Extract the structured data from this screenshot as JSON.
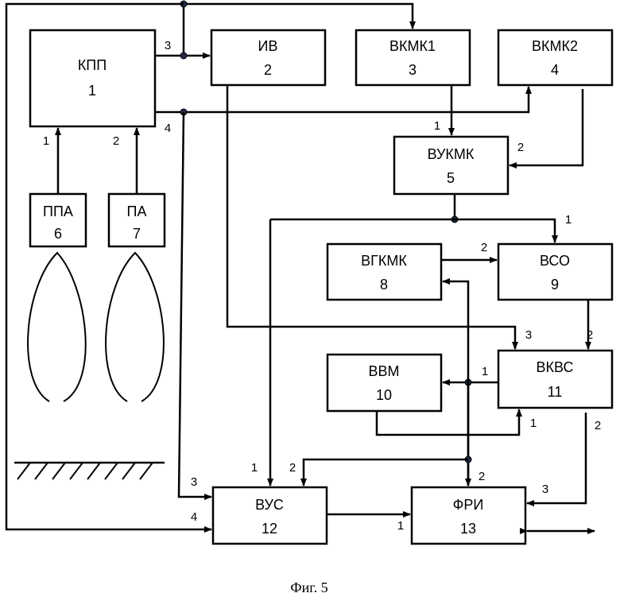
{
  "blocks": {
    "kpp": {
      "name": "КПП",
      "num": "1"
    },
    "iv": {
      "name": "ИВ",
      "num": "2"
    },
    "vkmk1": {
      "name": "ВКМК1",
      "num": "3"
    },
    "vkmk2": {
      "name": "ВКМК2",
      "num": "4"
    },
    "vukmk": {
      "name": "ВУКМК",
      "num": "5"
    },
    "ppa": {
      "name": "ППА",
      "num": "6"
    },
    "pa": {
      "name": "ПА",
      "num": "7"
    },
    "vgkmk": {
      "name": "ВГКМК",
      "num": "8"
    },
    "vso": {
      "name": "ВСО",
      "num": "9"
    },
    "vvm": {
      "name": "ВВМ",
      "num": "10"
    },
    "vkvs": {
      "name": "ВКВС",
      "num": "11"
    },
    "vus": {
      "name": "ВУС",
      "num": "12"
    },
    "fri": {
      "name": "ФРИ",
      "num": "13"
    }
  },
  "ports": {
    "kpp_out3": "3",
    "kpp_out4": "4",
    "kpp_in1": "1",
    "kpp_in2": "2",
    "vukmk_in1": "1",
    "vukmk_in2": "2",
    "vso_in1": "1",
    "vso_in2": "2",
    "vkvs_in2": "2",
    "vkvs_in3": "3",
    "vkvs_out1": "1",
    "vkvs_in1": "1",
    "vkvs_out2": "2",
    "vus_in1": "1",
    "vus_in2": "2",
    "vus_in3": "3",
    "vus_in4": "4",
    "fri_in1": "1",
    "fri_in2": "2",
    "fri_in3": "3"
  },
  "caption": "Фиг. 5"
}
